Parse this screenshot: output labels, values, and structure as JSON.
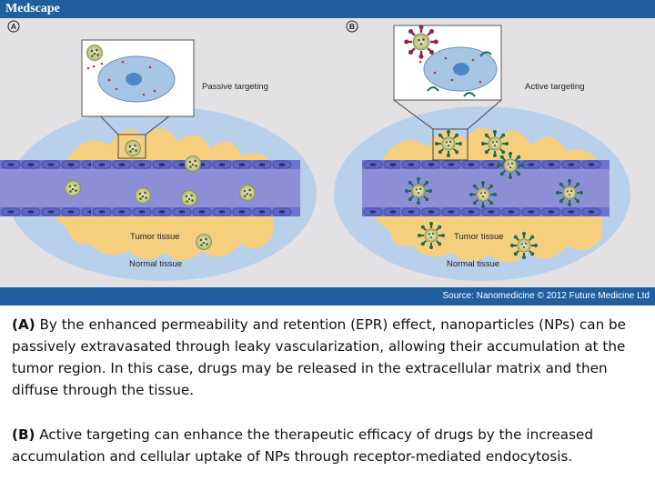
{
  "header": {
    "brand": "Medscape"
  },
  "panels": [
    {
      "marker": "A",
      "callout_label": "Passive targeting",
      "tumor_label": "Tumor tissue",
      "normal_label": "Normal tissue"
    },
    {
      "marker": "B",
      "callout_label": "Active targeting",
      "tumor_label": "Tumor tissue",
      "normal_label": "Normal tissue"
    }
  ],
  "footer": {
    "source": "Source: Nanomedicine © 2012 Future Medicine Ltd"
  },
  "captions": {
    "a": {
      "tag": "(A)",
      "text": " By the enhanced permeability and retention (EPR) effect, nanoparticles (NPs) can be passively extravasated through leaky vascularization, allowing their accumulation at the tumor region. In this case, drugs may be released in the extracellular matrix and then diffuse through the tissue."
    },
    "b": {
      "tag": "(B)",
      "text": " Active targeting can enhance the therapeutic efficacy of drugs by the increased accumulation and cellular uptake of NPs through receptor-mediated endocytosis."
    }
  },
  "colors": {
    "header_bar": "#1f5fa0",
    "normal_tissue": "#b9d0ea",
    "tumor_tissue": "#f6cf7e",
    "vessel": "#8d8fd6",
    "nanoparticle": "#c8cc8a",
    "ligand": "#1e6b55",
    "receptor": "#1e6b55"
  }
}
